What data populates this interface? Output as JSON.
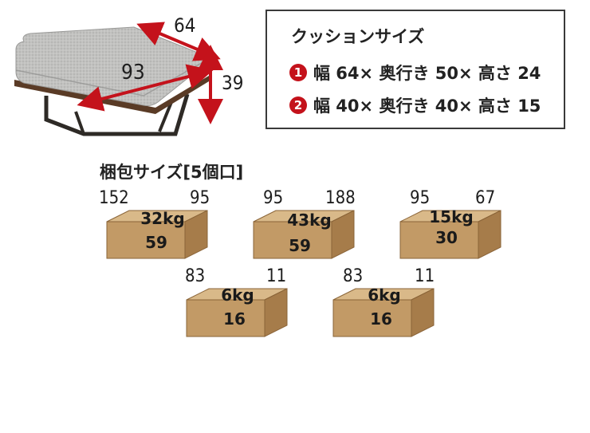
{
  "sofa": {
    "dims": {
      "width": "64",
      "depth": "93",
      "height": "39"
    }
  },
  "cushion": {
    "title": "クッションサイズ",
    "items": [
      {
        "badge": "1",
        "text": "幅 64× 奥行き 50× 高さ 24"
      },
      {
        "badge": "2",
        "text": "幅 40× 奥行き 40× 高さ 15"
      }
    ]
  },
  "packaging": {
    "title": "梱包サイズ[5個口]",
    "boxes": [
      {
        "dim_left": "152",
        "dim_right": "95",
        "weight": "32kg",
        "height": "59"
      },
      {
        "dim_left": "95",
        "dim_right": "188",
        "weight": "43kg",
        "height": "59"
      },
      {
        "dim_left": "95",
        "dim_right": "67",
        "weight": "15kg",
        "height": "30"
      },
      {
        "dim_left": "83",
        "dim_right": "11",
        "weight": "6kg",
        "height": "16"
      },
      {
        "dim_left": "83",
        "dim_right": "11",
        "weight": "6kg",
        "height": "16"
      }
    ]
  },
  "colors": {
    "arrow": "#c4121b",
    "badge": "#c4121b",
    "box_front": "#c29a66",
    "box_top": "#d9b989",
    "box_side": "#a67c4a",
    "fabric": "#bdbdbb"
  }
}
